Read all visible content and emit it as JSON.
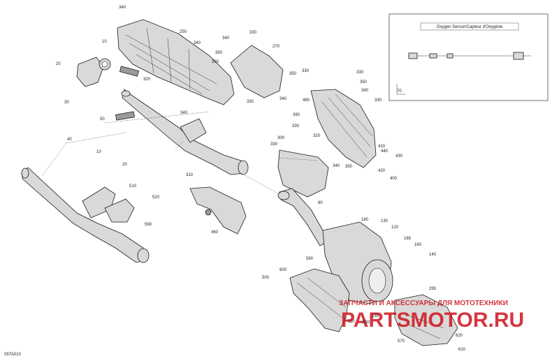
{
  "diagram_code": "05TA010",
  "inset": {
    "title": "Oxygen Sensor/Capteur d'Oxygène",
    "part_label": "70"
  },
  "watermark": {
    "tagline": "ЗАПЧАСТИ И АКСЕССУАРЫ ДЛЯ МОТОТЕХНИКИ",
    "brand": "PARTSMOTOR.RU"
  },
  "colors": {
    "line": "#1a1a1a",
    "watermark_red": "#d0141e"
  },
  "callouts": [
    "340",
    "250",
    "340",
    "350",
    "330",
    "340",
    "330",
    "270",
    "10",
    "20",
    "320",
    "30",
    "50",
    "340",
    "330",
    "330",
    "350",
    "330",
    "340",
    "340",
    "460",
    "350",
    "390",
    "330",
    "320",
    "330",
    "40",
    "300",
    "330",
    "440",
    "410",
    "430",
    "340",
    "350",
    "420",
    "400",
    "10",
    "20",
    "510",
    "520",
    "590",
    "310",
    "460",
    "60",
    "180",
    "130",
    "120",
    "165",
    "160",
    "140",
    "600",
    "590",
    "500",
    "295",
    "110",
    "235",
    "250",
    "570",
    "620",
    "610"
  ]
}
